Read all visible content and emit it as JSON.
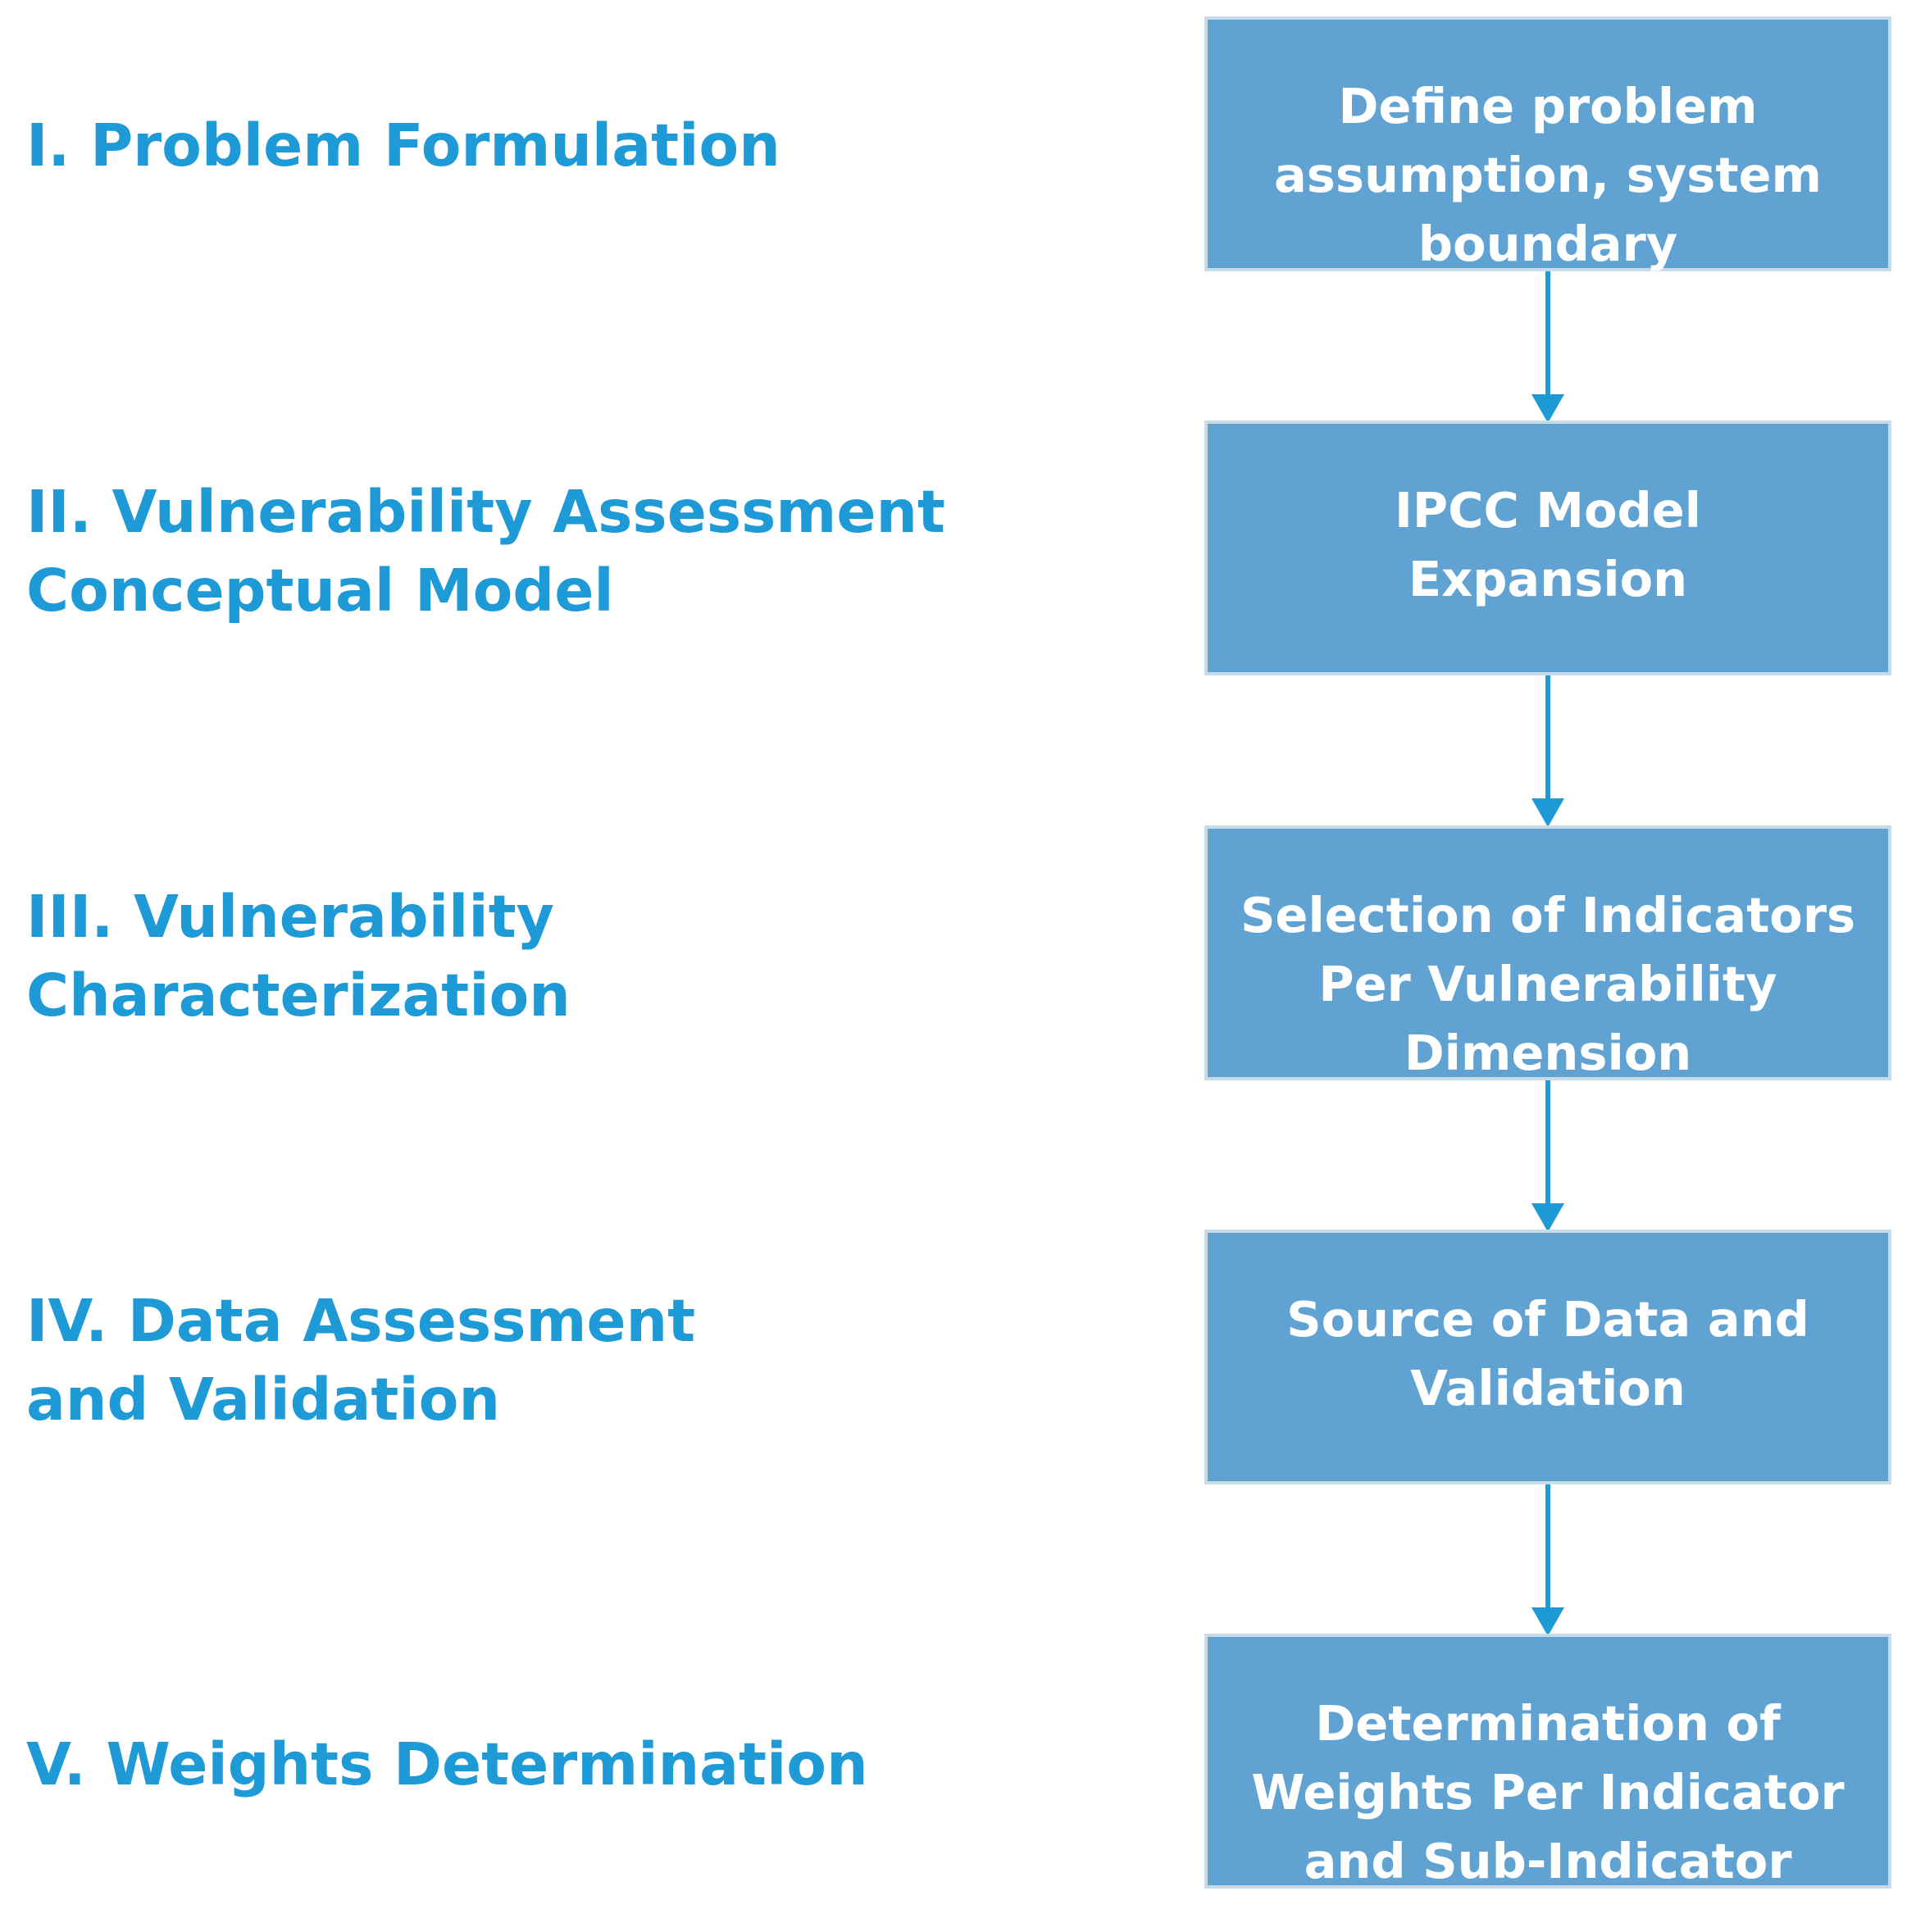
{
  "colors": {
    "label_text": "#1e9ad6",
    "box_fill": "#60a3d2",
    "box_border": "#c7dbe9",
    "box_text": "#ffffff",
    "arrow": "#1e9ad6"
  },
  "stages": [
    {
      "label_lines": [
        "I. Problem Formulation"
      ],
      "box_lines": [
        "Define problem",
        "assumption, system",
        "boundary"
      ]
    },
    {
      "label_lines": [
        "II. Vulnerability Assessment",
        "Conceptual Model"
      ],
      "box_lines": [
        "IPCC Model",
        "Expansion"
      ]
    },
    {
      "label_lines": [
        "III. Vulnerability",
        "Characterization"
      ],
      "box_lines": [
        "Selection of Indicators",
        "Per Vulnerability",
        "Dimension"
      ]
    },
    {
      "label_lines": [
        "IV. Data Assessment",
        "and Validation"
      ],
      "box_lines": [
        "Source of Data and",
        "Validation"
      ]
    },
    {
      "label_lines": [
        "V. Weights Determination"
      ],
      "box_lines": [
        "Determination of",
        "Weights Per Indicator",
        "and Sub-Indicator"
      ]
    }
  ]
}
